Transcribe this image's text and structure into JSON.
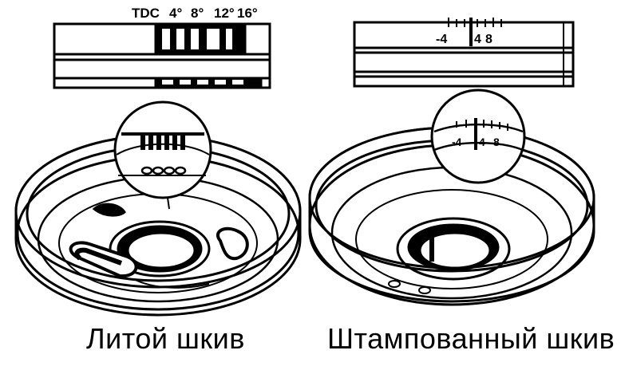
{
  "cast_pulley": {
    "caption": "Литой шкив",
    "scale_labels": [
      "TDC",
      "4°",
      "8°",
      "12°",
      "16°"
    ]
  },
  "stamped_pulley": {
    "caption": "Штампованный шкив",
    "scale_labels": [
      "-4",
      "4",
      "8"
    ],
    "magnified_labels": [
      "-4",
      "4",
      "8"
    ]
  }
}
